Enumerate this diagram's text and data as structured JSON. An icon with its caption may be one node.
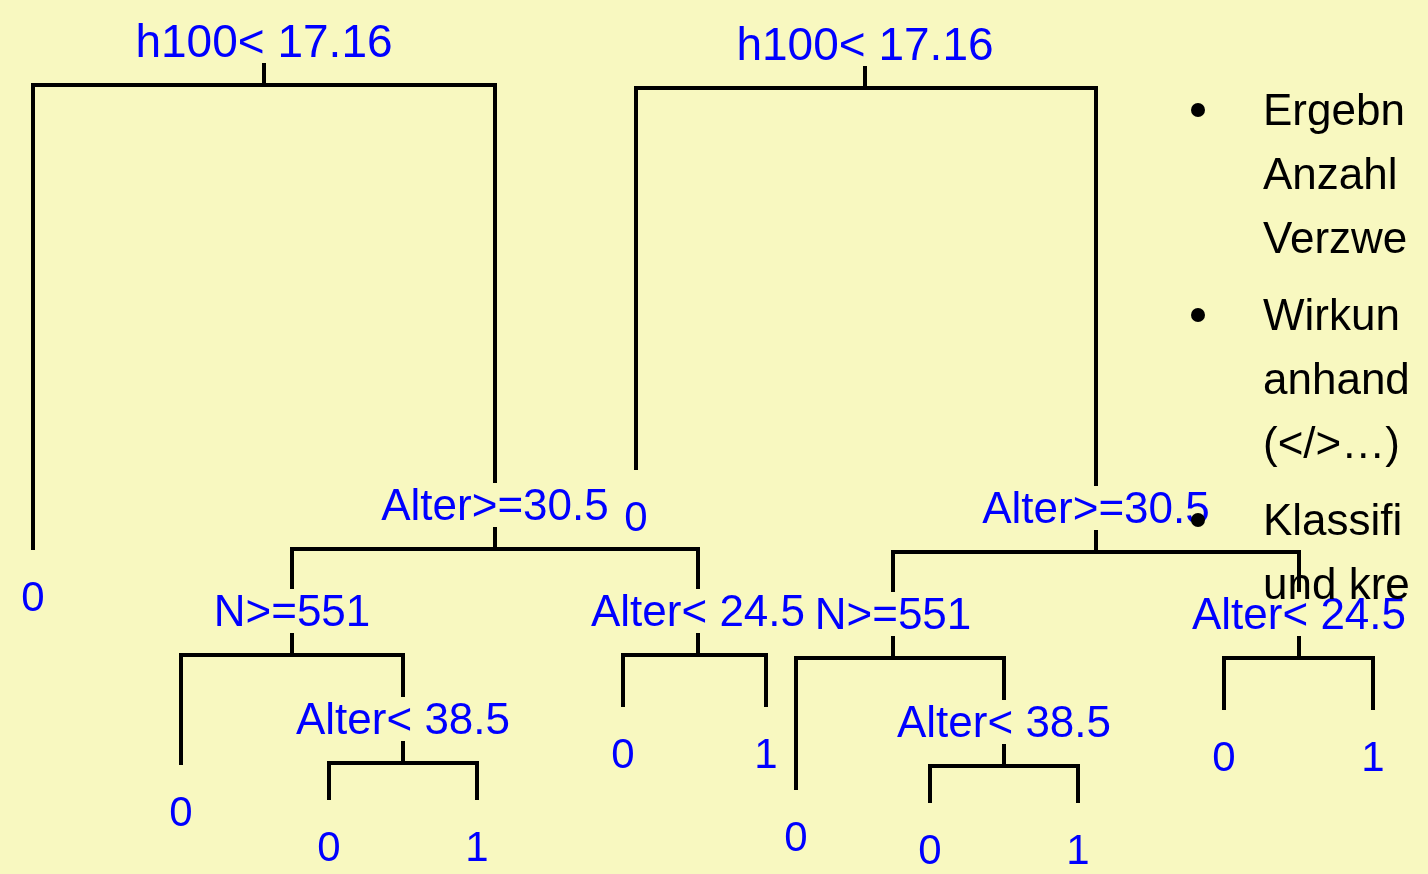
{
  "diagram": {
    "nodes": [
      {
        "text": [
          "h100< 17.16"
        ]
      },
      {
        "text": [
          "0"
        ]
      },
      {
        "text": [
          "Alter>=30.5"
        ]
      },
      {
        "text": [
          "N>=551"
        ]
      },
      {
        "text": [
          "0"
        ]
      },
      {
        "text": [
          "Alter< 38.5"
        ]
      },
      {
        "text": [
          "0"
        ]
      },
      {
        "text": [
          "1"
        ]
      },
      {
        "text": [
          "Alter< 24.5"
        ]
      },
      {
        "text": [
          "0"
        ]
      },
      {
        "text": [
          "1"
        ]
      },
      {
        "text": [
          "h100< 17.16"
        ]
      },
      {
        "text": [
          "0"
        ]
      },
      {
        "text": [
          "Alter>=30.5"
        ]
      },
      {
        "text": [
          "N>=551"
        ]
      },
      {
        "text": [
          "0"
        ]
      },
      {
        "text": [
          "Alter< 38.5"
        ]
      },
      {
        "text": [
          "0"
        ]
      },
      {
        "text": [
          "1"
        ]
      },
      {
        "text": [
          "Alter< 24.5"
        ]
      },
      {
        "text": [
          "0"
        ]
      },
      {
        "text": [
          "1"
        ]
      }
    ],
    "edges": [
      {
        "from": 0,
        "to": 1,
        "arrow": "none"
      },
      {
        "from": 0,
        "to": 2,
        "arrow": "none"
      },
      {
        "from": 2,
        "to": 3,
        "arrow": "none"
      },
      {
        "from": 3,
        "to": 4,
        "arrow": "none"
      },
      {
        "from": 3,
        "to": 5,
        "arrow": "none"
      },
      {
        "from": 5,
        "to": 6,
        "arrow": "none"
      },
      {
        "from": 5,
        "to": 7,
        "arrow": "none"
      },
      {
        "from": 2,
        "to": 8,
        "arrow": "none"
      },
      {
        "from": 8,
        "to": 9,
        "arrow": "none"
      },
      {
        "from": 8,
        "to": 10,
        "arrow": "none"
      },
      {
        "from": 11,
        "to": 12,
        "arrow": "none"
      },
      {
        "from": 11,
        "to": 13,
        "arrow": "none"
      },
      {
        "from": 13,
        "to": 14,
        "arrow": "none"
      },
      {
        "from": 14,
        "to": 15,
        "arrow": "none"
      },
      {
        "from": 14,
        "to": 16,
        "arrow": "none"
      },
      {
        "from": 16,
        "to": 17,
        "arrow": "none"
      },
      {
        "from": 16,
        "to": 18,
        "arrow": "none"
      },
      {
        "from": 13,
        "to": 19,
        "arrow": "none"
      },
      {
        "from": 19,
        "to": 20,
        "arrow": "none"
      },
      {
        "from": 19,
        "to": 21,
        "arrow": "none"
      }
    ],
    "labels": [
      "Ergebn Anzahl Verzwe",
      "Wirkun anhand (</>…)",
      "Klassifi und kre"
    ]
  }
}
